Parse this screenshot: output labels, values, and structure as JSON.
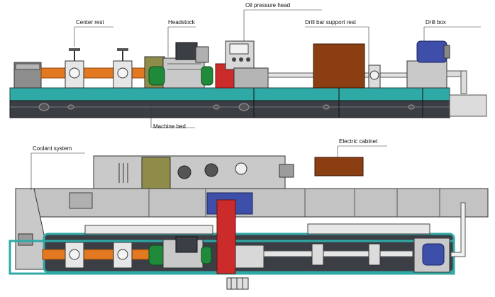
{
  "labels": {
    "center_rest": "Center rest",
    "headstock": "Headstock",
    "oil_pressure_head": "Oil pressure head",
    "drill_bar_support_rest": "Drill bar support rest",
    "drill_box": "Drill box",
    "machine_bed": "Machine bed",
    "coolant_system": "Coolant system",
    "electric_cabinet": "Electric cabinet"
  },
  "colors": {
    "bed_teal": "#2fa9a5",
    "bed_dark": "#3b3f45",
    "pipe_orange": "#e2781f",
    "cabinet_brown": "#8a3e12",
    "oil_head_red": "#cc2b2b",
    "chuck_green": "#1f8a3a",
    "panel_olive": "#8f8c4a",
    "motor_blue": "#3d4fa8",
    "machine_gray": "#c9c9c9"
  }
}
